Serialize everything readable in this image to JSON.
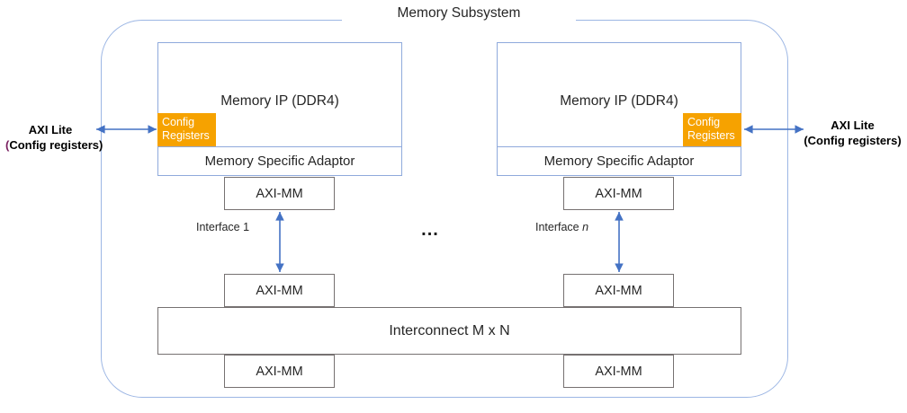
{
  "diagram": {
    "title": "Memory Subsystem",
    "ellipsis": "...",
    "interconnect_label": "Interconnect M x N",
    "colors": {
      "container_border": "#9cb6e4",
      "memory_ip_border": "#8faadc",
      "axi_box_border": "#767171",
      "config_registers_fill": "#f6a200",
      "arrow": "#4472c4",
      "text": "#262626"
    }
  },
  "columns": [
    {
      "memory_ip_label": "Memory IP (DDR4)",
      "config_registers_label": "Config Registers",
      "config_registers_line1": "Config",
      "config_registers_line2": "Registers",
      "adaptor_label": "Memory Specific Adaptor",
      "axi_mm_top_label": "AXI-MM",
      "interface_label_prefix": "Interface",
      "interface_label_index": "1",
      "axi_mm_mid_label": "AXI-MM",
      "axi_mm_bottom_label": "AXI-MM"
    },
    {
      "memory_ip_label": "Memory IP (DDR4)",
      "config_registers_label": "Config Registers",
      "config_registers_line1": "Config",
      "config_registers_line2": "Registers",
      "adaptor_label": "Memory Specific Adaptor",
      "axi_mm_top_label": "AXI-MM",
      "interface_label_prefix": "Interface",
      "interface_label_index": "n",
      "axi_mm_mid_label": "AXI-MM",
      "axi_mm_bottom_label": "AXI-MM"
    }
  ],
  "external_ports": {
    "left": {
      "line1": "AXI Lite",
      "line2_open_paren": "(",
      "line2_rest": "Config registers)"
    },
    "right": {
      "line1": "AXI Lite",
      "line2": "(Config registers)"
    }
  }
}
